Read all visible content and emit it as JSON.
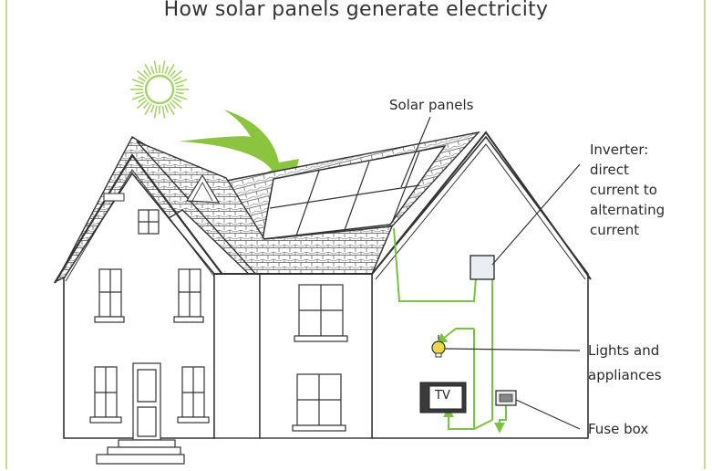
{
  "title": "How solar panels generate electricity",
  "labels": {
    "solar_panels": "Solar panels",
    "inverter": [
      "Inverter:",
      "direct",
      "current to",
      "alternating",
      "current"
    ],
    "lights": [
      "Lights and",
      "appliances"
    ],
    "fuse_box": "Fuse box",
    "tv": "TV"
  },
  "colors": {
    "accent_green": "#7cc242",
    "sun": "#a8d36a",
    "line": "#333333",
    "frame": "#c9d98a"
  }
}
